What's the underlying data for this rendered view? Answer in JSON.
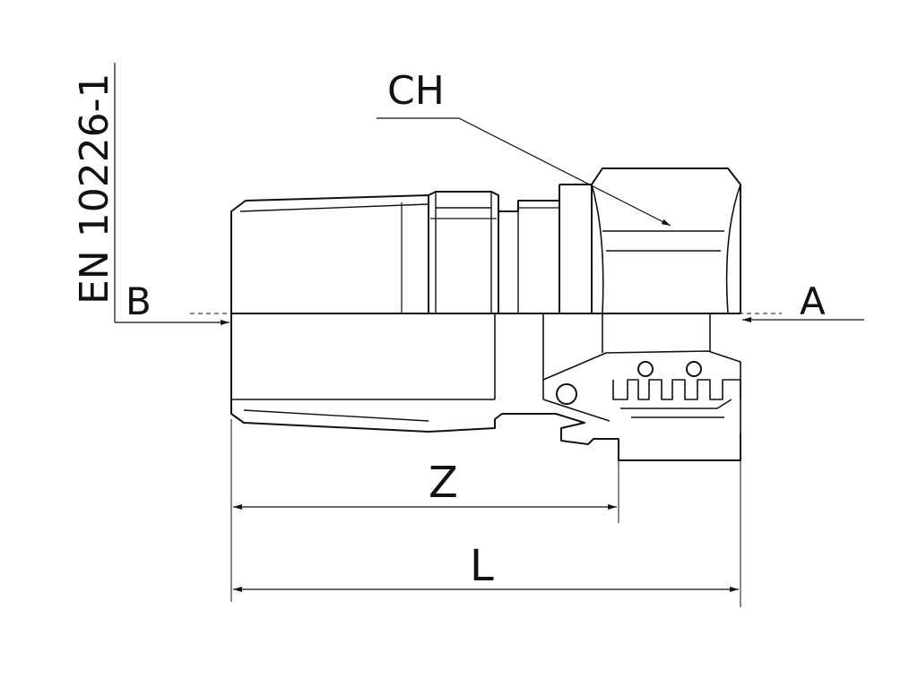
{
  "labels": {
    "standard": "EN 10226-1",
    "wrench_size": "CH",
    "end_b": "B",
    "end_a": "A",
    "dim_z": "Z",
    "dim_l": "L"
  },
  "colors": {
    "ink": "#111111",
    "background": "#ffffff"
  }
}
